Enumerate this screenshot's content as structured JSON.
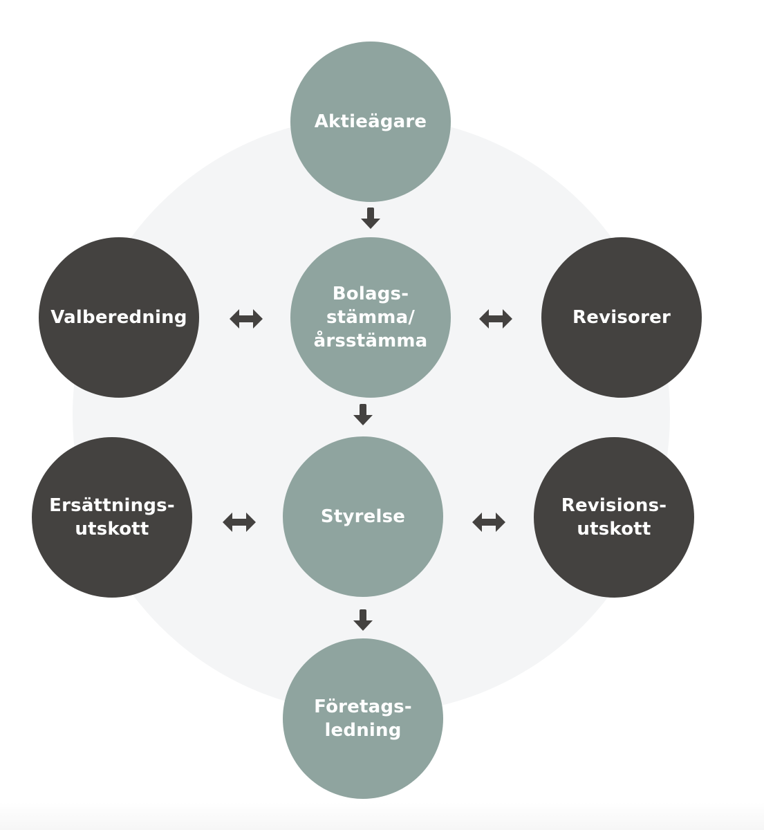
{
  "diagram": {
    "title": "",
    "colors": {
      "background": "#ffffff",
      "backdrop_circle": "#f4f5f6",
      "primary_node": "#8fa49f",
      "secondary_node": "#444240",
      "arrow": "#444240",
      "label_text": "#ffffff"
    },
    "nodes": {
      "aktieagare": {
        "label": "Aktieägare",
        "type": "primary"
      },
      "bolagsstamma": {
        "label": "Bolags-\nstämma/\nårsstämma",
        "type": "primary"
      },
      "styrelse": {
        "label": "Styrelse",
        "type": "primary"
      },
      "foretagsledning": {
        "label": "Företags-\nledning",
        "type": "primary"
      },
      "valberedning": {
        "label": "Valberedning",
        "type": "secondary"
      },
      "revisorer": {
        "label": "Revisorer",
        "type": "secondary"
      },
      "ersattningsutskott": {
        "label": "Ersättnings-\nutskott",
        "type": "secondary"
      },
      "revisionsutskott": {
        "label": "Revisions-\nutskott",
        "type": "secondary"
      }
    },
    "edges": [
      {
        "from": "Aktieägare",
        "to": "Bolagsstämma/årsstämma",
        "kind": "one-way"
      },
      {
        "from": "Bolagsstämma/årsstämma",
        "to": "Styrelse",
        "kind": "one-way"
      },
      {
        "from": "Styrelse",
        "to": "Företagsledning",
        "kind": "one-way"
      },
      {
        "from": "Valberedning",
        "to": "Bolagsstämma/årsstämma",
        "kind": "two-way"
      },
      {
        "from": "Bolagsstämma/årsstämma",
        "to": "Revisorer",
        "kind": "two-way"
      },
      {
        "from": "Ersättningsutskott",
        "to": "Styrelse",
        "kind": "two-way"
      },
      {
        "from": "Styrelse",
        "to": "Revisionsutskott",
        "kind": "two-way"
      }
    ],
    "icons": {
      "down_arrow": "arrow-down-icon",
      "double_arrow": "arrow-left-right-icon"
    }
  }
}
